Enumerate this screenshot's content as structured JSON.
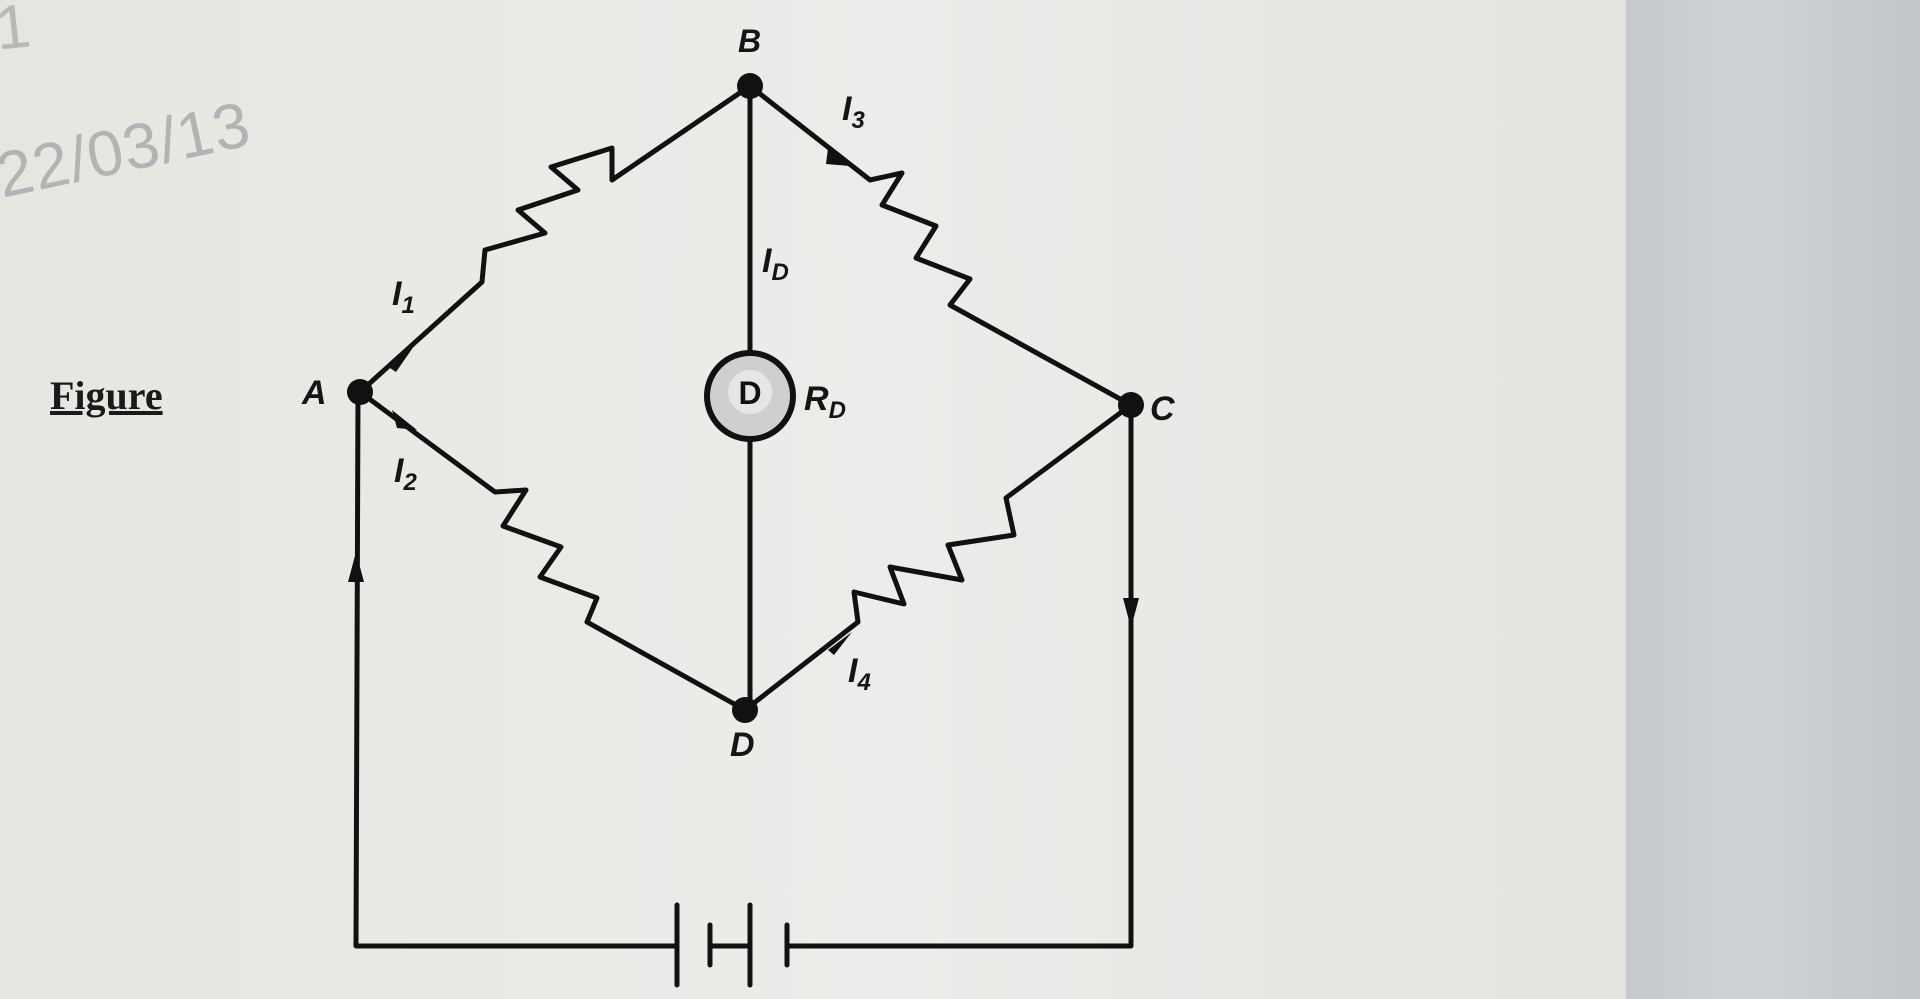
{
  "header": {
    "page_number": "1",
    "date": "22/03/13"
  },
  "caption": "Figure",
  "circuit": {
    "nodes": {
      "a": "A",
      "b": "B",
      "c": "C",
      "d": "D"
    },
    "currents": {
      "i1": {
        "main": "I",
        "sub": "1"
      },
      "i2": {
        "main": "I",
        "sub": "2"
      },
      "i3": {
        "main": "I",
        "sub": "3"
      },
      "i4": {
        "main": "I",
        "sub": "4"
      },
      "id": {
        "main": "I",
        "sub": "D"
      }
    },
    "detector": {
      "symbol": "D",
      "resistance_label": {
        "main": "R",
        "sub": "D"
      }
    }
  }
}
